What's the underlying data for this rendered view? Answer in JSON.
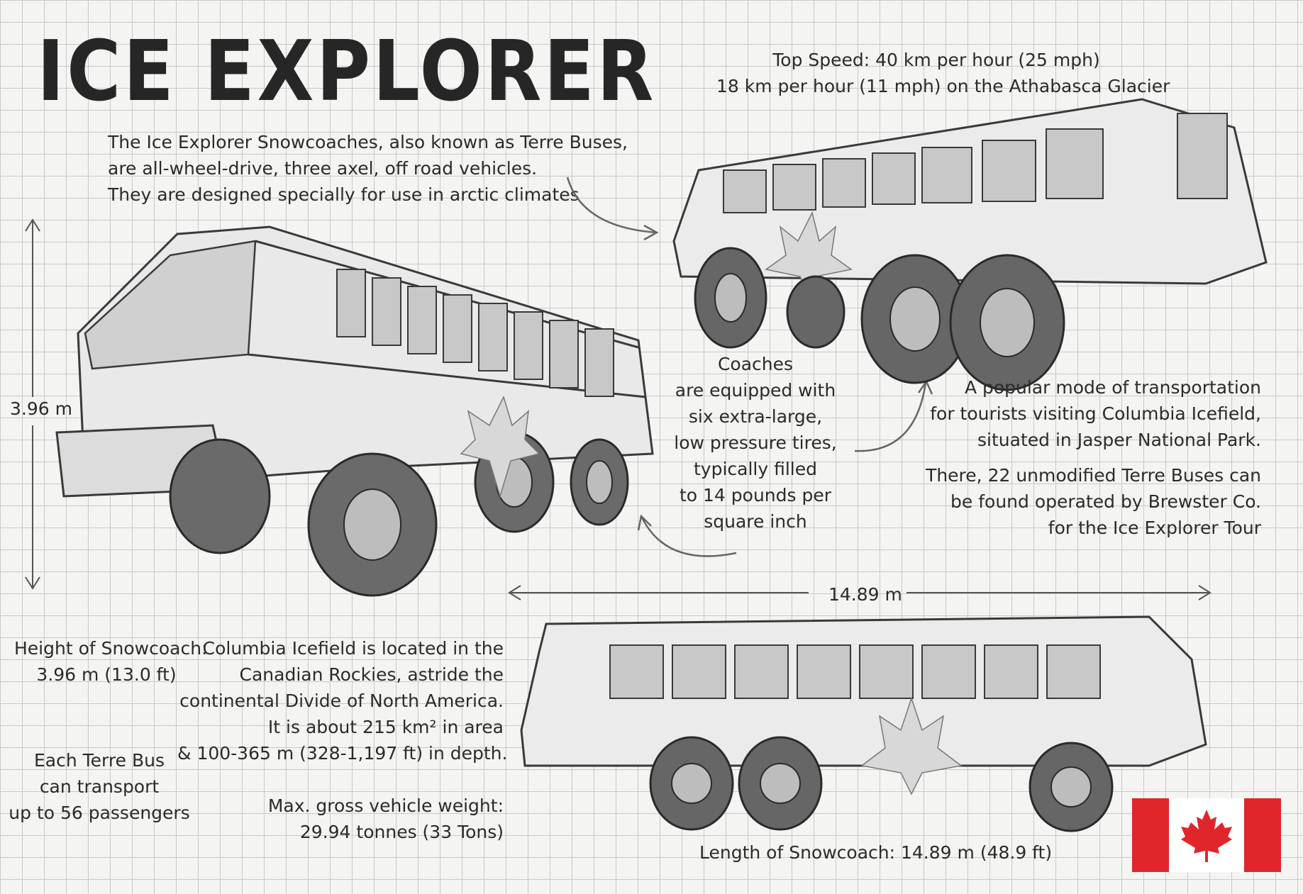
{
  "title": "ICE EXPLORER",
  "top_speed": {
    "line1": "Top Speed: 40 km per hour (25 mph)",
    "line2": "18 km per hour (11 mph) on the Athabasca Glacier"
  },
  "intro": {
    "line1": "The Ice Explorer Snowcoaches, also known as Terre Buses,",
    "line2": "are all-wheel-drive, three axel, off road vehicles.",
    "line3": "They are designed specially for use in arctic climates"
  },
  "height_dim": "3.96 m",
  "length_dim": "14.89 m",
  "tires": [
    "Coaches",
    "are equipped with",
    "six extra-large,",
    "low pressure tires,",
    "typically filled",
    "to 14 pounds per",
    "square inch"
  ],
  "tourism": {
    "p1": [
      "A popular mode of transportation",
      "for tourists visiting Columbia Icefield,",
      "situated in Jasper National Park."
    ],
    "p2": [
      "There, 22 unmodified Terre Buses can",
      "be found operated by Brewster Co.",
      "for the Ice Explorer Tour"
    ]
  },
  "height_info": [
    "Height of Snowcoach:",
    "3.96 m (13.0 ft)"
  ],
  "passengers": [
    "Each Terre Bus",
    "can transport",
    "up to 56 passengers"
  ],
  "icefield": [
    "Columbia Icefield is located in the",
    "Canadian Rockies, astride the",
    "continental Divide of North America.",
    "It is about 215 km² in area",
    "& 100-365 m (328-1,197 ft) in depth."
  ],
  "weight": [
    "Max. gross vehicle weight:",
    "29.94 tonnes (33 Tons)"
  ],
  "length_info": "Length of Snowcoach: 14.89 m (48.9 ft)",
  "colors": {
    "flag_red": "#e0262b",
    "ink": "#2b2b2b",
    "grid": "#c9c9c9"
  }
}
